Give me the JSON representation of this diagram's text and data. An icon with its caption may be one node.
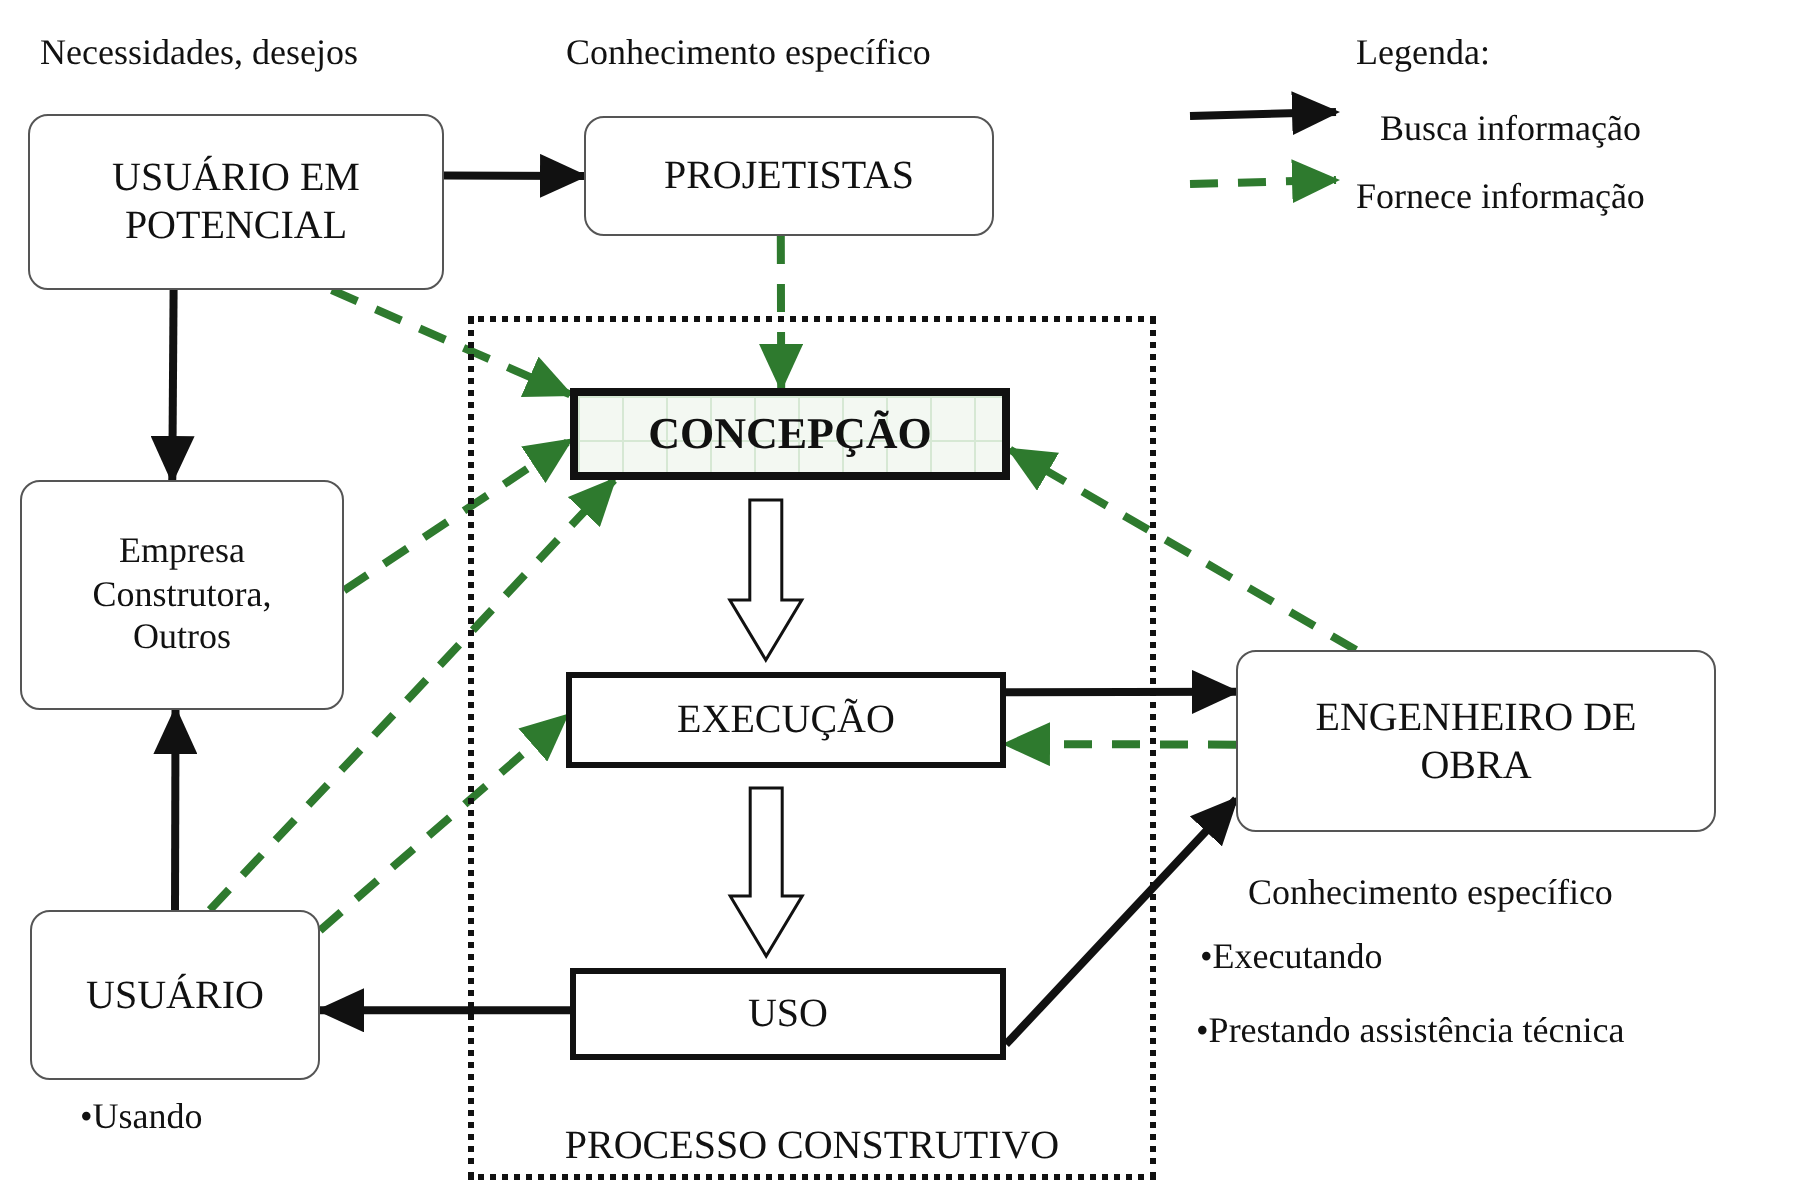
{
  "diagram": {
    "nodes": [
      {
        "text": [
          "USUÁRIO EM POTENCIAL"
        ],
        "beside": [
          "Necessidades, desejos"
        ]
      },
      {
        "text": [
          "PROJETISTAS"
        ],
        "beside": [
          "Conhecimento específico"
        ]
      },
      {
        "text": [
          "PROCESSO CONSTRUTIVO"
        ]
      },
      {
        "text": [
          "CONCEPÇÃO"
        ],
        "in": 2
      },
      {
        "text": [
          "Empresa Construtora, Outros"
        ]
      },
      {
        "text": [
          "EXECUÇÃO"
        ],
        "in": 2
      },
      {
        "text": [
          "ENGENHEIRO DE OBRA"
        ],
        "beside": [
          "Conhecimento específico",
          "•Executando",
          "•Prestando assistência técnica"
        ]
      },
      {
        "text": [
          "USUÁRIO"
        ],
        "beside": [
          "•Usando"
        ]
      },
      {
        "text": [
          "USO"
        ],
        "in": 2
      }
    ],
    "edges": [
      {
        "from": 0,
        "to": 1,
        "arrow": "to",
        "color": "#111111"
      },
      {
        "from": 0,
        "to": 4,
        "arrow": "to",
        "color": "#111111"
      },
      {
        "from": 0,
        "to": 3,
        "arrow": "to",
        "style": "dashed",
        "color": "#2e7a2e"
      },
      {
        "from": 1,
        "to": 3,
        "arrow": "to",
        "style": "dashed",
        "color": "#2e7a2e"
      },
      {
        "from": 4,
        "to": 3,
        "arrow": "to",
        "style": "dashed",
        "color": "#2e7a2e"
      },
      {
        "from": 7,
        "to": 3,
        "arrow": "to",
        "style": "dashed",
        "color": "#2e7a2e"
      },
      {
        "from": 7,
        "to": 5,
        "arrow": "to",
        "style": "dashed",
        "color": "#2e7a2e"
      },
      {
        "from": 6,
        "to": 3,
        "arrow": "to",
        "style": "dashed",
        "color": "#2e7a2e"
      },
      {
        "from": 6,
        "to": 5,
        "arrow": "to",
        "style": "dashed",
        "color": "#2e7a2e"
      },
      {
        "from": 5,
        "to": 6,
        "arrow": "to",
        "color": "#111111"
      },
      {
        "from": 8,
        "to": 6,
        "arrow": "to",
        "color": "#111111"
      },
      {
        "from": 8,
        "to": 7,
        "arrow": "to",
        "color": "#111111"
      },
      {
        "from": 7,
        "to": 4,
        "arrow": "to",
        "color": "#111111"
      },
      {
        "from": 3,
        "to": 5,
        "arrow": "to",
        "style": "thick",
        "color": "#111111"
      },
      {
        "from": 5,
        "to": 8,
        "arrow": "to",
        "style": "thick",
        "color": "#111111"
      }
    ],
    "labels": [
      "Legenda:"
    ],
    "legend": [
      {
        "text": "Busca informação"
      },
      {
        "text": "Fornece informação"
      }
    ]
  }
}
